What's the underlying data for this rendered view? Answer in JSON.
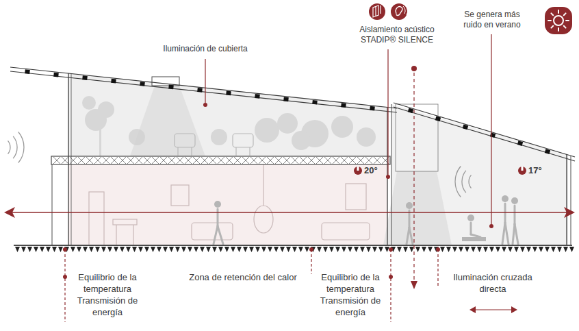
{
  "diagram": {
    "labels": [
      "Iluminación de cubierta",
      "Aislamiento acústico STADIP® SILENCE",
      "Se genera más ruido en verano",
      "20°",
      "17°",
      "Equilibrio de la temperatura Transmisión de energía",
      "Zona de retención del calor",
      "Equilibrio de la temperatura Transmisión de energía",
      "Iluminación cruzada directa"
    ]
  }
}
